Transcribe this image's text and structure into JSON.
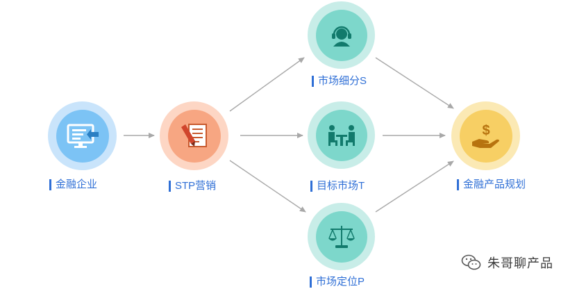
{
  "nodes": {
    "financial_enterprise": {
      "label": "金融企业",
      "icon": "monitor-icon"
    },
    "stp_marketing": {
      "label": "STP营销",
      "icon": "document-pen-icon"
    },
    "segmentation": {
      "label": "市场细分S",
      "icon": "customer-service-icon"
    },
    "targeting": {
      "label": "目标市场T",
      "icon": "meeting-icon"
    },
    "positioning": {
      "label": "市场定位P",
      "icon": "balance-scale-icon"
    },
    "product_planning": {
      "label": "金融产品规划",
      "icon": "money-hand-icon"
    }
  },
  "watermark": {
    "text": "朱哥聊产品",
    "icon": "wechat-icon"
  },
  "colors": {
    "label_blue": "#2f6fd6",
    "arrow_gray": "#a8a8a8",
    "blue_ring": "#c9e4fb",
    "blue_core": "#7cc3f5",
    "orange_ring": "#fdd6c4",
    "orange_core": "#f7a682",
    "teal_ring": "#c8ede8",
    "teal_core": "#7dd7cb",
    "yellow_ring": "#fbe9b4",
    "yellow_core": "#f7cf64"
  }
}
